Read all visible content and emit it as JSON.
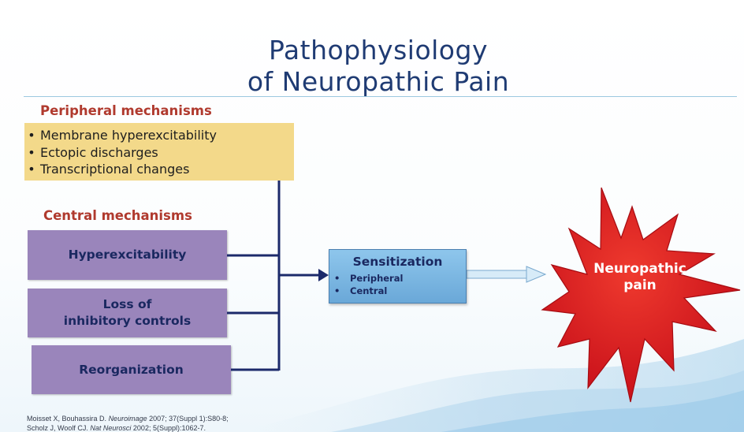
{
  "title": {
    "line1": "Pathophysiology",
    "line2": "of Neuropathic Pain"
  },
  "peripheral": {
    "label": "Peripheral mechanisms",
    "items": [
      "Membrane hyperexcitability",
      "Ectopic discharges",
      "Transcriptional changes"
    ]
  },
  "central": {
    "label": "Central mechanisms",
    "boxes": [
      "Hyperexcitability",
      "Loss of\ninhibitory controls",
      "Reorganization"
    ]
  },
  "sensitization": {
    "title": "Sensitization",
    "items": [
      "Peripheral",
      "Central"
    ]
  },
  "outcome": {
    "line1": "Neuropathic",
    "line2": "pain"
  },
  "references": [
    {
      "authors": "Moisset X, Bouhassira D.",
      "journal": "Neuroimage",
      "details": "2007; 37(Suppl 1):S80-8;"
    },
    {
      "authors": "Scholz J, Woolf CJ.",
      "journal": "Nat Neurosci",
      "details": "2002; 5(Suppl):1062-7."
    }
  ],
  "colors": {
    "title": "#1f3b73",
    "section_label": "#b03a2e",
    "peripheral_box": "#f3d98a",
    "central_box": "#9a85bb",
    "sensitization_box": "#7ab6e2",
    "burst": "#d4161c",
    "connector": "#1c2a6b"
  }
}
